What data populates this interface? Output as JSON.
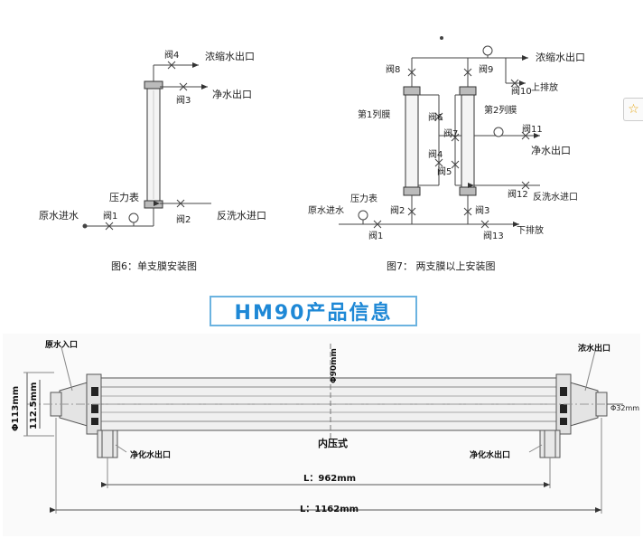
{
  "fig6": {
    "valve4": "阀4",
    "conc_out": "浓缩水出口",
    "valve3": "阀3",
    "pure_out": "净水出口",
    "gauge": "压力表",
    "raw_in": "原水进水",
    "valve1": "阀1",
    "valve2": "阀2",
    "backwash_in": "反洗水进口",
    "caption": "图6：单支膜安装图"
  },
  "fig7": {
    "valve8": "阀8",
    "valve9": "阀9",
    "conc_out": "浓缩水出口",
    "valve10": "阀10",
    "top_drain": "上排放",
    "mem1": "第1列膜",
    "mem2": "第2列膜",
    "valve6": "阀6",
    "valve7": "阀7",
    "valve11": "阀11",
    "valve4": "阀4",
    "pure_out": "净水出口",
    "valve5": "阀5",
    "valve12": "阀12",
    "backwash_in": "反洗水进口",
    "gauge": "压力表",
    "raw_in": "原水进水",
    "valve2": "阀2",
    "valve3": "阀3",
    "valve1": "阀1",
    "valve13": "阀13",
    "bottom_drain": "下排放",
    "caption": "图7： 两支膜以上安装图"
  },
  "banner": "HM90产品信息",
  "spec": {
    "raw_inlet": "原水入口",
    "conc_outlet": "浓水出口",
    "dia90": "Φ90mm",
    "dia113": "Φ113mm",
    "dim1125": "112.5mm",
    "dia32": "Φ32mm",
    "type": "内压式",
    "pure_outlet_l": "净化水出口",
    "pure_outlet_r": "净化水出口",
    "len962": "L：962mm",
    "len1162": "L：1162mm"
  },
  "fav_icon": "☆"
}
